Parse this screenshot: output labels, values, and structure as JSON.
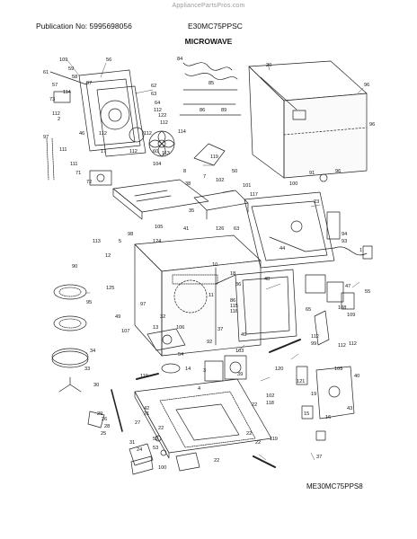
{
  "watermark": "AppliancePartsPros.com",
  "header": {
    "publication": "Publication No: 5995698056",
    "model": "E30MC75PPSC",
    "section": "MICROWAVE"
  },
  "footer_code": "ME30MC75PPS8",
  "callouts": [
    {
      "id": "c1",
      "text": "109"
    },
    {
      "id": "c2",
      "text": "56"
    },
    {
      "id": "c3",
      "text": "61"
    },
    {
      "id": "c4",
      "text": "59"
    },
    {
      "id": "c5",
      "text": "58"
    },
    {
      "id": "c6",
      "text": "97"
    },
    {
      "id": "c7",
      "text": "57"
    },
    {
      "id": "c8",
      "text": "114"
    },
    {
      "id": "c9",
      "text": "84"
    },
    {
      "id": "c10",
      "text": "85"
    },
    {
      "id": "c11",
      "text": "86"
    },
    {
      "id": "c12",
      "text": "89"
    },
    {
      "id": "c13",
      "text": "20"
    },
    {
      "id": "c14",
      "text": "96"
    },
    {
      "id": "c15",
      "text": "96"
    },
    {
      "id": "c16",
      "text": "62"
    },
    {
      "id": "c17",
      "text": "63"
    },
    {
      "id": "c18",
      "text": "64"
    },
    {
      "id": "c19",
      "text": "73"
    },
    {
      "id": "c20",
      "text": "112"
    },
    {
      "id": "c21",
      "text": "2"
    },
    {
      "id": "c22",
      "text": "112"
    },
    {
      "id": "c23",
      "text": "122"
    },
    {
      "id": "c24",
      "text": "112"
    },
    {
      "id": "c25",
      "text": "114"
    },
    {
      "id": "c26",
      "text": "112"
    },
    {
      "id": "c27",
      "text": "60"
    },
    {
      "id": "c28",
      "text": "113"
    },
    {
      "id": "c29",
      "text": "97"
    },
    {
      "id": "c30",
      "text": "46"
    },
    {
      "id": "c31",
      "text": "112"
    },
    {
      "id": "c32",
      "text": "17"
    },
    {
      "id": "c33",
      "text": "112"
    },
    {
      "id": "c34",
      "text": "111"
    },
    {
      "id": "c35",
      "text": "111"
    },
    {
      "id": "c36",
      "text": "71"
    },
    {
      "id": "c37",
      "text": "72"
    },
    {
      "id": "c38",
      "text": "119"
    },
    {
      "id": "c39",
      "text": "104"
    },
    {
      "id": "c40",
      "text": "8"
    },
    {
      "id": "c41",
      "text": "50"
    },
    {
      "id": "c42",
      "text": "7"
    },
    {
      "id": "c43",
      "text": "102"
    },
    {
      "id": "c44",
      "text": "101"
    },
    {
      "id": "c45",
      "text": "117"
    },
    {
      "id": "c46",
      "text": "38"
    },
    {
      "id": "c47",
      "text": "91"
    },
    {
      "id": "c48",
      "text": "100"
    },
    {
      "id": "c49",
      "text": "96"
    },
    {
      "id": "c50",
      "text": "23"
    },
    {
      "id": "c51",
      "text": "35"
    },
    {
      "id": "c52",
      "text": "105"
    },
    {
      "id": "c53",
      "text": "41"
    },
    {
      "id": "c54",
      "text": "126"
    },
    {
      "id": "c55",
      "text": "63"
    },
    {
      "id": "c56",
      "text": "98"
    },
    {
      "id": "c57",
      "text": "113"
    },
    {
      "id": "c58",
      "text": "5"
    },
    {
      "id": "c59",
      "text": "124"
    },
    {
      "id": "c60",
      "text": "44"
    },
    {
      "id": "c61",
      "text": "1"
    },
    {
      "id": "c62",
      "text": "12"
    },
    {
      "id": "c63",
      "text": "90"
    },
    {
      "id": "c64",
      "text": "125"
    },
    {
      "id": "c65",
      "text": "10"
    },
    {
      "id": "c66",
      "text": "18"
    },
    {
      "id": "c67",
      "text": "48"
    },
    {
      "id": "c68",
      "text": "36"
    },
    {
      "id": "c69",
      "text": "11"
    },
    {
      "id": "c70",
      "text": "95"
    },
    {
      "id": "c71",
      "text": "86"
    },
    {
      "id": "c72",
      "text": "115"
    },
    {
      "id": "c73",
      "text": "116"
    },
    {
      "id": "c74",
      "text": "97"
    },
    {
      "id": "c75",
      "text": "65"
    },
    {
      "id": "c76",
      "text": "32"
    },
    {
      "id": "c77",
      "text": "49"
    },
    {
      "id": "c78",
      "text": "107"
    },
    {
      "id": "c79",
      "text": "37"
    },
    {
      "id": "c80",
      "text": "49"
    },
    {
      "id": "c81",
      "text": "13"
    },
    {
      "id": "c82",
      "text": "106"
    },
    {
      "id": "c83",
      "text": "34"
    },
    {
      "id": "c84",
      "text": "92"
    },
    {
      "id": "c85",
      "text": "103"
    },
    {
      "id": "c86",
      "text": "108"
    },
    {
      "id": "c87",
      "text": "112"
    },
    {
      "id": "c88",
      "text": "109"
    },
    {
      "id": "c89",
      "text": "99"
    },
    {
      "id": "c90",
      "text": "112"
    },
    {
      "id": "c91",
      "text": "54"
    },
    {
      "id": "c92",
      "text": "14"
    },
    {
      "id": "c93",
      "text": "33"
    },
    {
      "id": "c94",
      "text": "119"
    },
    {
      "id": "c95",
      "text": "3"
    },
    {
      "id": "c96",
      "text": "39"
    },
    {
      "id": "c97",
      "text": "120"
    },
    {
      "id": "c98",
      "text": "121"
    },
    {
      "id": "c99",
      "text": "105"
    },
    {
      "id": "c100",
      "text": "40"
    },
    {
      "id": "c101",
      "text": "19"
    },
    {
      "id": "c102",
      "text": "43"
    },
    {
      "id": "c103",
      "text": "15"
    },
    {
      "id": "c104",
      "text": "16"
    },
    {
      "id": "c105",
      "text": "30"
    },
    {
      "id": "c106",
      "text": "26"
    },
    {
      "id": "c107",
      "text": "102"
    },
    {
      "id": "c108",
      "text": "22"
    },
    {
      "id": "c109",
      "text": "118"
    },
    {
      "id": "c110",
      "text": "42"
    },
    {
      "id": "c111",
      "text": "29"
    },
    {
      "id": "c112",
      "text": "21"
    },
    {
      "id": "c113",
      "text": "28"
    },
    {
      "id": "c114",
      "text": "27"
    },
    {
      "id": "c115",
      "text": "25"
    },
    {
      "id": "c116",
      "text": "22"
    },
    {
      "id": "c117",
      "text": "22"
    },
    {
      "id": "c118",
      "text": "119"
    },
    {
      "id": "c119",
      "text": "31"
    },
    {
      "id": "c120",
      "text": "24"
    },
    {
      "id": "c121",
      "text": "52"
    },
    {
      "id": "c122",
      "text": "53"
    },
    {
      "id": "c123",
      "text": "22"
    },
    {
      "id": "c124",
      "text": "47"
    },
    {
      "id": "c125",
      "text": "55"
    },
    {
      "id": "c126",
      "text": "100"
    },
    {
      "id": "c127",
      "text": "22"
    },
    {
      "id": "c128",
      "text": "94"
    },
    {
      "id": "c129",
      "text": "93"
    },
    {
      "id": "c130",
      "text": "112"
    },
    {
      "id": "c131",
      "text": "4"
    },
    {
      "id": "c132",
      "text": "37"
    }
  ]
}
